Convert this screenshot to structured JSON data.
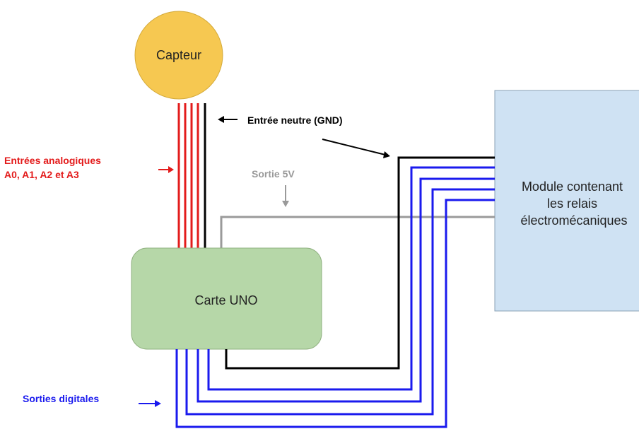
{
  "nodes": {
    "sensor": "Capteur",
    "board": "Carte UNO",
    "module": [
      "Module contenant",
      "les relais",
      "électromécaniques"
    ]
  },
  "annotations": {
    "gnd": "Entrée neutre (GND)",
    "analog": [
      "Entrées analogiques",
      "A0, A1, A2 et A3"
    ],
    "five_volt": "Sortie 5V",
    "digital": "Sorties digitales"
  },
  "colors": {
    "sensor_fill": "#f6c851",
    "board_fill": "#b6d7a8",
    "module_fill": "#cfe2f3",
    "analog_wire": "#e31b1b",
    "ground_wire": "#000000",
    "power_wire": "#9a9a9a",
    "digital_wire": "#1a1aee"
  }
}
